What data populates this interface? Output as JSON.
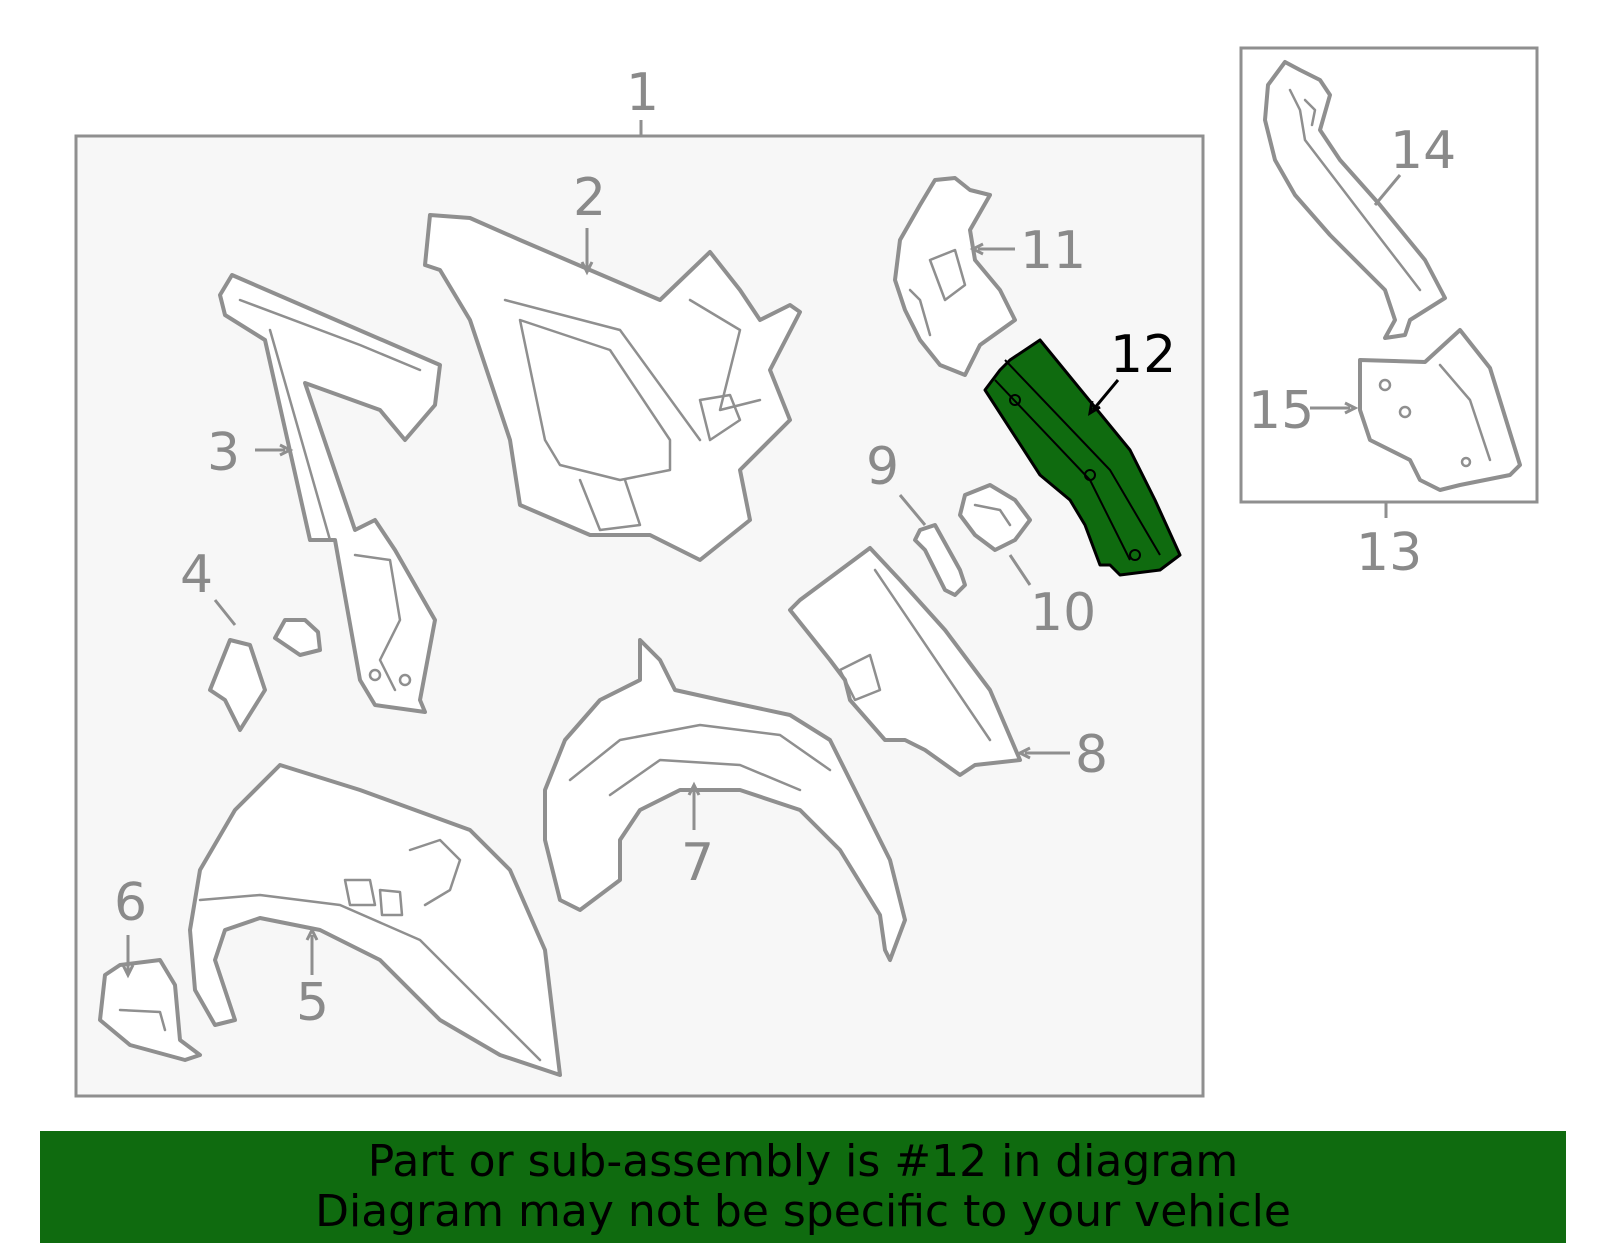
{
  "callouts": {
    "c1": "1",
    "c2": "2",
    "c3": "3",
    "c4": "4",
    "c5": "5",
    "c6": "6",
    "c7": "7",
    "c8": "8",
    "c9": "9",
    "c10": "10",
    "c11": "11",
    "c12": "12",
    "c13": "13",
    "c14": "14",
    "c15": "15"
  },
  "highlighted_part": "12",
  "banner": {
    "line1": "Part or sub-assembly is #12 in diagram",
    "line2": "Diagram may not be specific to your vehicle"
  },
  "colors": {
    "highlight": "#0f6b0f",
    "line": "#8f8f8f",
    "panel": "#f7f7f7"
  }
}
